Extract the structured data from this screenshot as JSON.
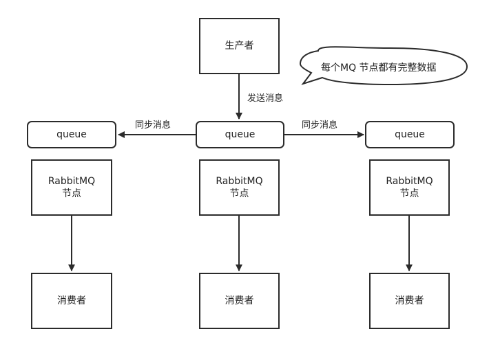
{
  "producer": "生产者",
  "send_label": "发送消息",
  "sync_left_label": "同步消息",
  "sync_right_label": "同步消息",
  "callout": "每个MQ 节点都有完整数据",
  "queues": {
    "left": "queue",
    "center": "queue",
    "right": "queue"
  },
  "nodes": {
    "left": {
      "line1": "RabbitMQ",
      "line2": "节点"
    },
    "center": {
      "line1": "RabbitMQ",
      "line2": "节点"
    },
    "right": {
      "line1": "RabbitMQ",
      "line2": "节点"
    }
  },
  "consumers": {
    "left": "消费者",
    "center": "消费者",
    "right": "消费者"
  }
}
